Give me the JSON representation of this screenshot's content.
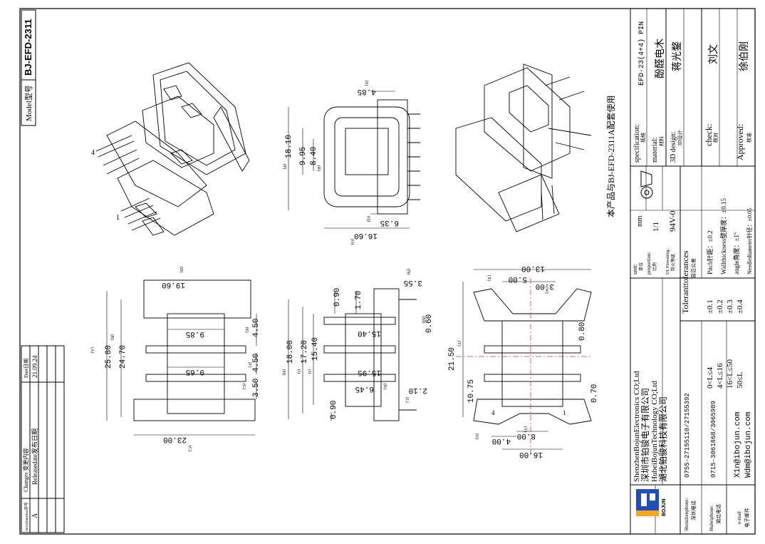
{
  "model": {
    "label": "Model型号",
    "value": "BJ-EFD-2311"
  },
  "note": "本产品与BJ-EFD-2311A配套使用",
  "revision_table": {
    "headers": [
      "Serialnumber序号",
      "Changes 变更内容",
      "Date日期"
    ],
    "rows": [
      {
        "serial": "A",
        "change": "Releasedate发布日期",
        "date": "21.09.24"
      }
    ]
  },
  "title_block": {
    "specification": {
      "label": "specification:",
      "label_cn": "规格",
      "value": "EFD-23(4+4) PIN"
    },
    "material": {
      "label": "material:",
      "label_cn": "材料",
      "value": "酚醛电木"
    },
    "design": {
      "label": "3D design:",
      "label_cn": "3D设计",
      "value": "蒋光鍪"
    },
    "check": {
      "label": "check:",
      "label_cn": "核对",
      "value": "刘文"
    },
    "approved": {
      "label": "Approved:",
      "label_cn": "核准",
      "value": "徐伯刚"
    },
    "unit": {
      "label": "unit:",
      "label_cn": "单位",
      "value": "mm"
    },
    "proportion": {
      "label": "proportion:",
      "label_cn": "比例",
      "value": "1/1"
    },
    "fire_rating": {
      "label": "UL Fireratiing:",
      "label_cn": "防火等级",
      "value": "94V-0"
    },
    "tolerances": {
      "title": "Toleranttolerances",
      "title_cn": "容忍公差",
      "ranges": [
        "0<L≤4",
        "4<L≤16",
        "16<L≤50",
        "50≤L"
      ],
      "values": [
        "±0.1",
        "±0.2",
        "±0.3",
        "±0.4"
      ],
      "pitch": "Pitch针距：±0.2",
      "wall": "Wallthickness壁厚度：±0.15",
      "angle": "angle角度：±1°",
      "needle": "Needlediameter针径：±0.05"
    },
    "company": {
      "en1": "ShenzhenBojunElectronics CO;Ltd",
      "cn1": "深圳市铂骏电子有限公司",
      "en2": "HubeiBojunTechnology CO;Ltd",
      "cn2": "湖北铂骏科技有限公司",
      "logo_text": "BOJUN",
      "phone_sz_label": "Shenzhenphone:",
      "phone_sz_label_cn": "深圳电话",
      "phone_sz": "0755-27155110/27155392",
      "phone_hb_label": "Hubeiphone:",
      "phone_hb_label_cn": "湖北电话",
      "phone_hb": "0715-3061868/3065989",
      "email_label": "e-mail",
      "email_label_cn": "电子邮件",
      "email1": "X1n@ibojun.com",
      "email2": "Wdm@ibojun.com"
    }
  },
  "dimensions": {
    "top_right": [
      "4.85",
      "18.10",
      "9.95",
      "8.40",
      "6.35",
      "16.60"
    ],
    "top_right_tags": [
      "(S)",
      "(P)",
      "(Q)",
      "(R)",
      "(O)"
    ],
    "bottom_left": [
      "19.60",
      "25.80",
      "24.70",
      "9.85",
      "4.50",
      "9.65",
      "4.50",
      "3.50",
      "23.00"
    ],
    "bottom_left_tags": [
      "(D)",
      "(A)",
      "(B)",
      "(E)",
      "(F)",
      "(G)",
      "(C)"
    ],
    "bottom_mid": [
      "0.90",
      "1.70",
      "3.55",
      "0.60",
      "18.00",
      "17.20",
      "15.40",
      "15.40",
      "15.95",
      "6.45",
      "2.10",
      "0.90"
    ],
    "bottom_mid_tags": [
      "(N)",
      "(M)",
      "(H)",
      "(I)",
      "(J)",
      "(K)",
      "(L)"
    ],
    "bottom_right": [
      "13.00",
      "5.00",
      "3.00",
      "21.50",
      "0.80",
      "10.75",
      "0.70",
      "8.00",
      "4.00",
      "16.00"
    ],
    "bottom_right_tags": [
      "(X)",
      "(W)",
      "(T)",
      "(V)",
      "(U)"
    ],
    "pin_labels": [
      "4",
      "1"
    ]
  }
}
